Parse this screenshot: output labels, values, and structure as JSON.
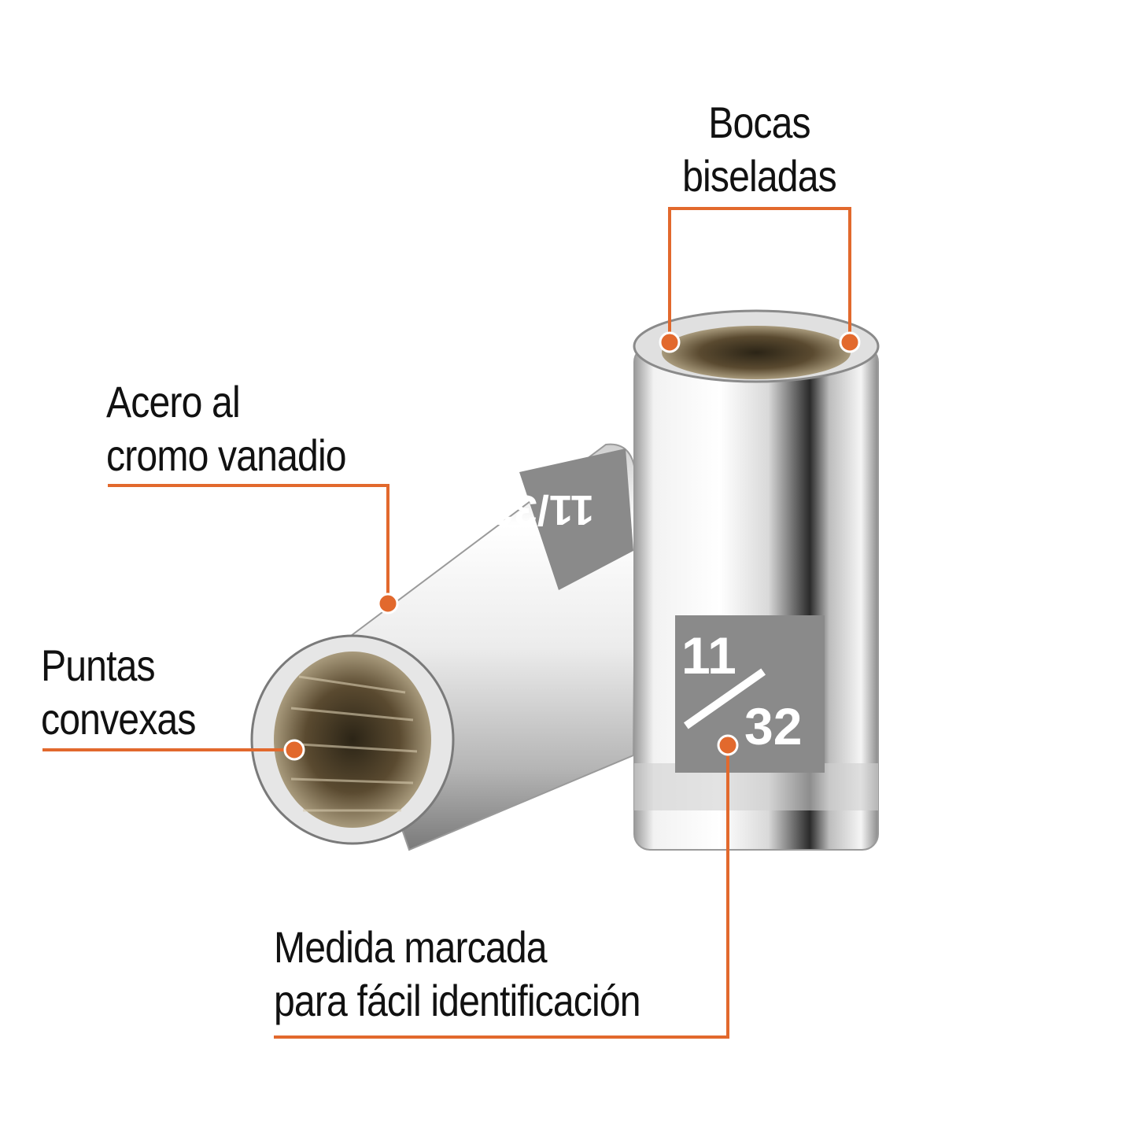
{
  "callouts": {
    "bocas": {
      "line1": "Bocas",
      "line2": "biseladas"
    },
    "acero": {
      "line1": "Acero al",
      "line2": "cromo vanadio"
    },
    "puntas": {
      "line1": "Puntas",
      "line2": "convexas"
    },
    "medida": {
      "line1": "Medida marcada",
      "line2": "para fácil identificación"
    }
  },
  "socket_marking": {
    "numerator": "11",
    "denominator": "32"
  },
  "colors": {
    "accent": "#e2692d",
    "text": "#111111",
    "chrome_light": "#f4f4f4",
    "chrome_dark": "#6a6a6a",
    "marking_band": "#8a8a8a"
  },
  "icons": [
    "socket-standing",
    "socket-lying"
  ]
}
